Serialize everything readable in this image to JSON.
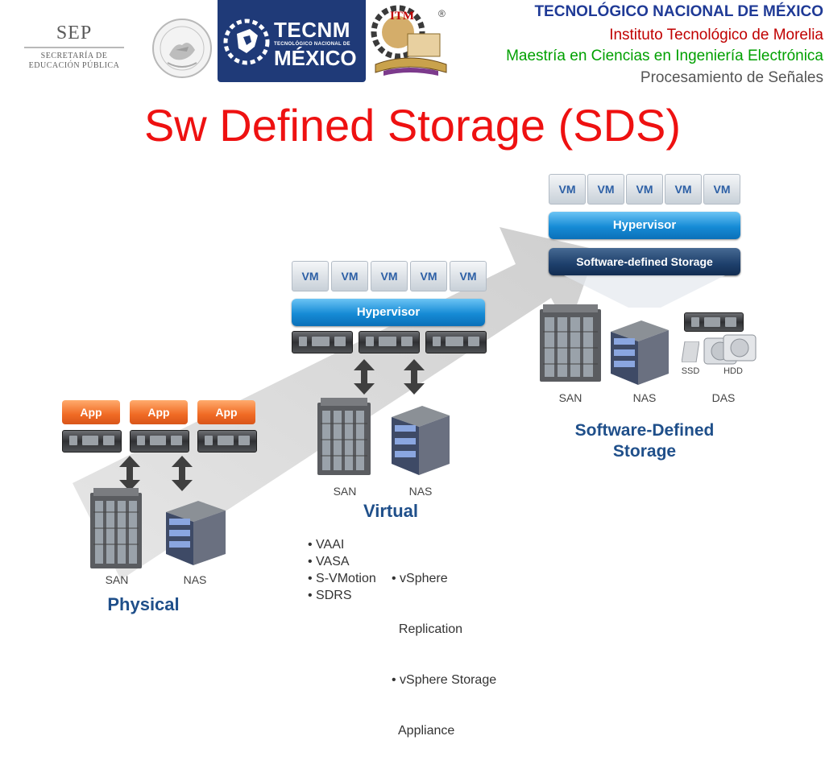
{
  "header": {
    "sep": {
      "main": "SEP",
      "sub1": "SECRETARÍA DE",
      "sub2": "EDUCACIÓN PÚBLICA"
    },
    "tecnm": {
      "big": "TECNM",
      "small": "TECNOLÓGICO NACIONAL DE",
      "mx": "MÉXICO"
    },
    "itm": {
      "logo": "ITM"
    },
    "registered": "®",
    "lines": [
      "TECNOLÓGICO NACIONAL DE MÉXICO",
      "Instituto Tecnológico de Morelia",
      "Maestría en Ciencias en Ingeniería Electrónica",
      "Procesamiento de Señales"
    ]
  },
  "title": "Sw Defined Storage (SDS)",
  "physical": {
    "apps": [
      "App",
      "App",
      "App"
    ],
    "storage_labels": [
      "SAN",
      "NAS"
    ],
    "section_label": "Physical"
  },
  "virtual": {
    "vms": [
      "VM",
      "VM",
      "VM",
      "VM",
      "VM"
    ],
    "hypervisor": "Hypervisor",
    "storage_labels": [
      "SAN",
      "NAS"
    ],
    "section_label": "Virtual",
    "bullets_left": [
      "• VAAI",
      "• VASA",
      "• S-VMotion",
      "• SDRS"
    ],
    "bullets_right": [
      "• vSphere",
      "  Replication",
      "• vSphere Storage",
      "  Appliance"
    ]
  },
  "sds": {
    "vms": [
      "VM",
      "VM",
      "VM",
      "VM",
      "VM"
    ],
    "hypervisor": "Hypervisor",
    "sds_bar": "Software-defined Storage",
    "disk_labels": [
      "SSD",
      "HDD"
    ],
    "storage_labels": [
      "SAN",
      "NAS",
      "DAS"
    ],
    "section_label_1": "Software-Defined",
    "section_label_2": "Storage"
  },
  "colors": {
    "title": "#ee1111",
    "hypervisor": "#168bd6",
    "sds": "#1d3f6b",
    "app": "#f06a24",
    "section_label": "#1f4f8a"
  }
}
